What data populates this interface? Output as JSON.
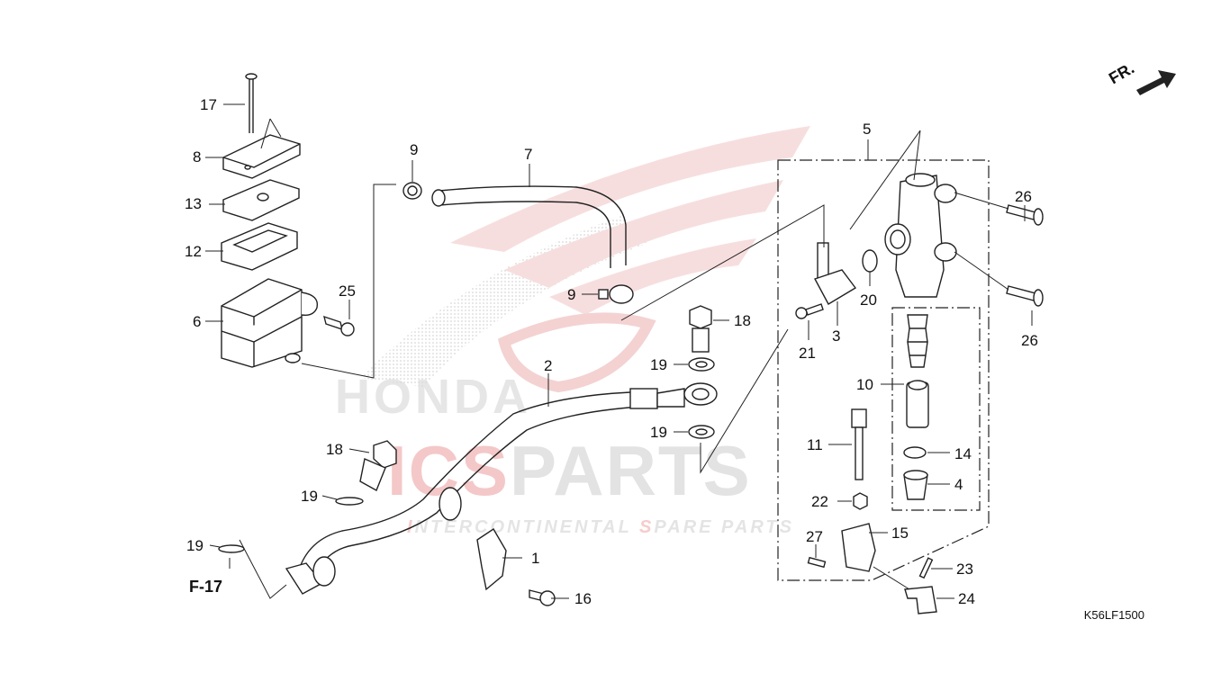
{
  "diagram": {
    "code": "K56LF1500",
    "direction_label": "FR.",
    "reference_label": "F-17",
    "watermark": {
      "brand_red": "ICS",
      "brand_grey": "PARTS",
      "tagline_red_1": "I",
      "tagline_grey_1": "NTERCONTINENTAL ",
      "tagline_red_2": "S",
      "tagline_grey_2": "PARE PARTS",
      "logo_text": "HONDA",
      "colors": {
        "red": "#f4c8c8",
        "grey": "#e3e3e3"
      }
    },
    "callouts": {
      "c17": "17",
      "c8": "8",
      "c13": "13",
      "c12": "12",
      "c6": "6",
      "c25": "25",
      "c9a": "9",
      "c7": "7",
      "c9b": "9",
      "c18a": "18",
      "c19a": "19",
      "c2": "2",
      "c19b": "19",
      "c18b": "18",
      "c19c": "19",
      "c19d": "19",
      "c1": "1",
      "c16": "16",
      "c5": "5",
      "c26a": "26",
      "c26b": "26",
      "c20": "20",
      "c3": "3",
      "c21": "21",
      "c10": "10",
      "c11": "11",
      "c14": "14",
      "c4": "4",
      "c22": "22",
      "c27": "27",
      "c15": "15",
      "c23": "23",
      "c24": "24"
    }
  }
}
